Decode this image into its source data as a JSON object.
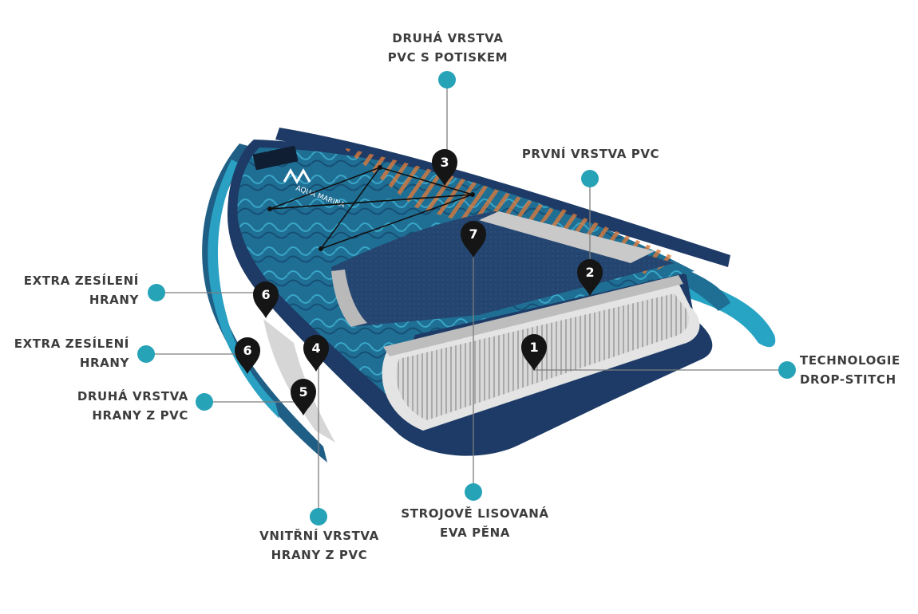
{
  "colors": {
    "accent_dot": "#27a3b8",
    "leader_line": "#7d7d7d",
    "pin": "#151515",
    "label_text": "#3d3d3d",
    "board_navy": "#1d3b66",
    "board_teal": "#2c8fae",
    "board_orange": "#d9793b",
    "deck_pad": "#23456f"
  },
  "icons": {
    "pin": "map-pin-icon",
    "dot": "dot-marker-icon"
  },
  "brand": {
    "logo_text": "AQUA MARINA"
  },
  "layers": [
    {
      "num": "1",
      "lines": [
        "TECHNOLOGIE",
        "DROP-STITCH"
      ]
    },
    {
      "num": "2",
      "lines": [
        "PRVNÍ VRSTVA PVC"
      ]
    },
    {
      "num": "3",
      "lines": [
        "DRUHÁ VRSTVA",
        "PVC S POTISKEM"
      ]
    },
    {
      "num": "4",
      "lines": [
        "VNITŘNÍ VRSTVA",
        "HRANY Z PVC"
      ]
    },
    {
      "num": "5",
      "lines": [
        "DRUHÁ VRSTVA",
        "HRANY Z PVC"
      ]
    },
    {
      "num": "6",
      "lines": [
        "EXTRA ZESÍLENÍ",
        "HRANY"
      ]
    },
    {
      "num": "6",
      "lines": [
        "EXTRA ZESÍLENÍ",
        "HRANY"
      ]
    },
    {
      "num": "7",
      "lines": [
        "STROJOVĚ LISOVANÁ",
        "EVA PĚNA"
      ]
    }
  ]
}
